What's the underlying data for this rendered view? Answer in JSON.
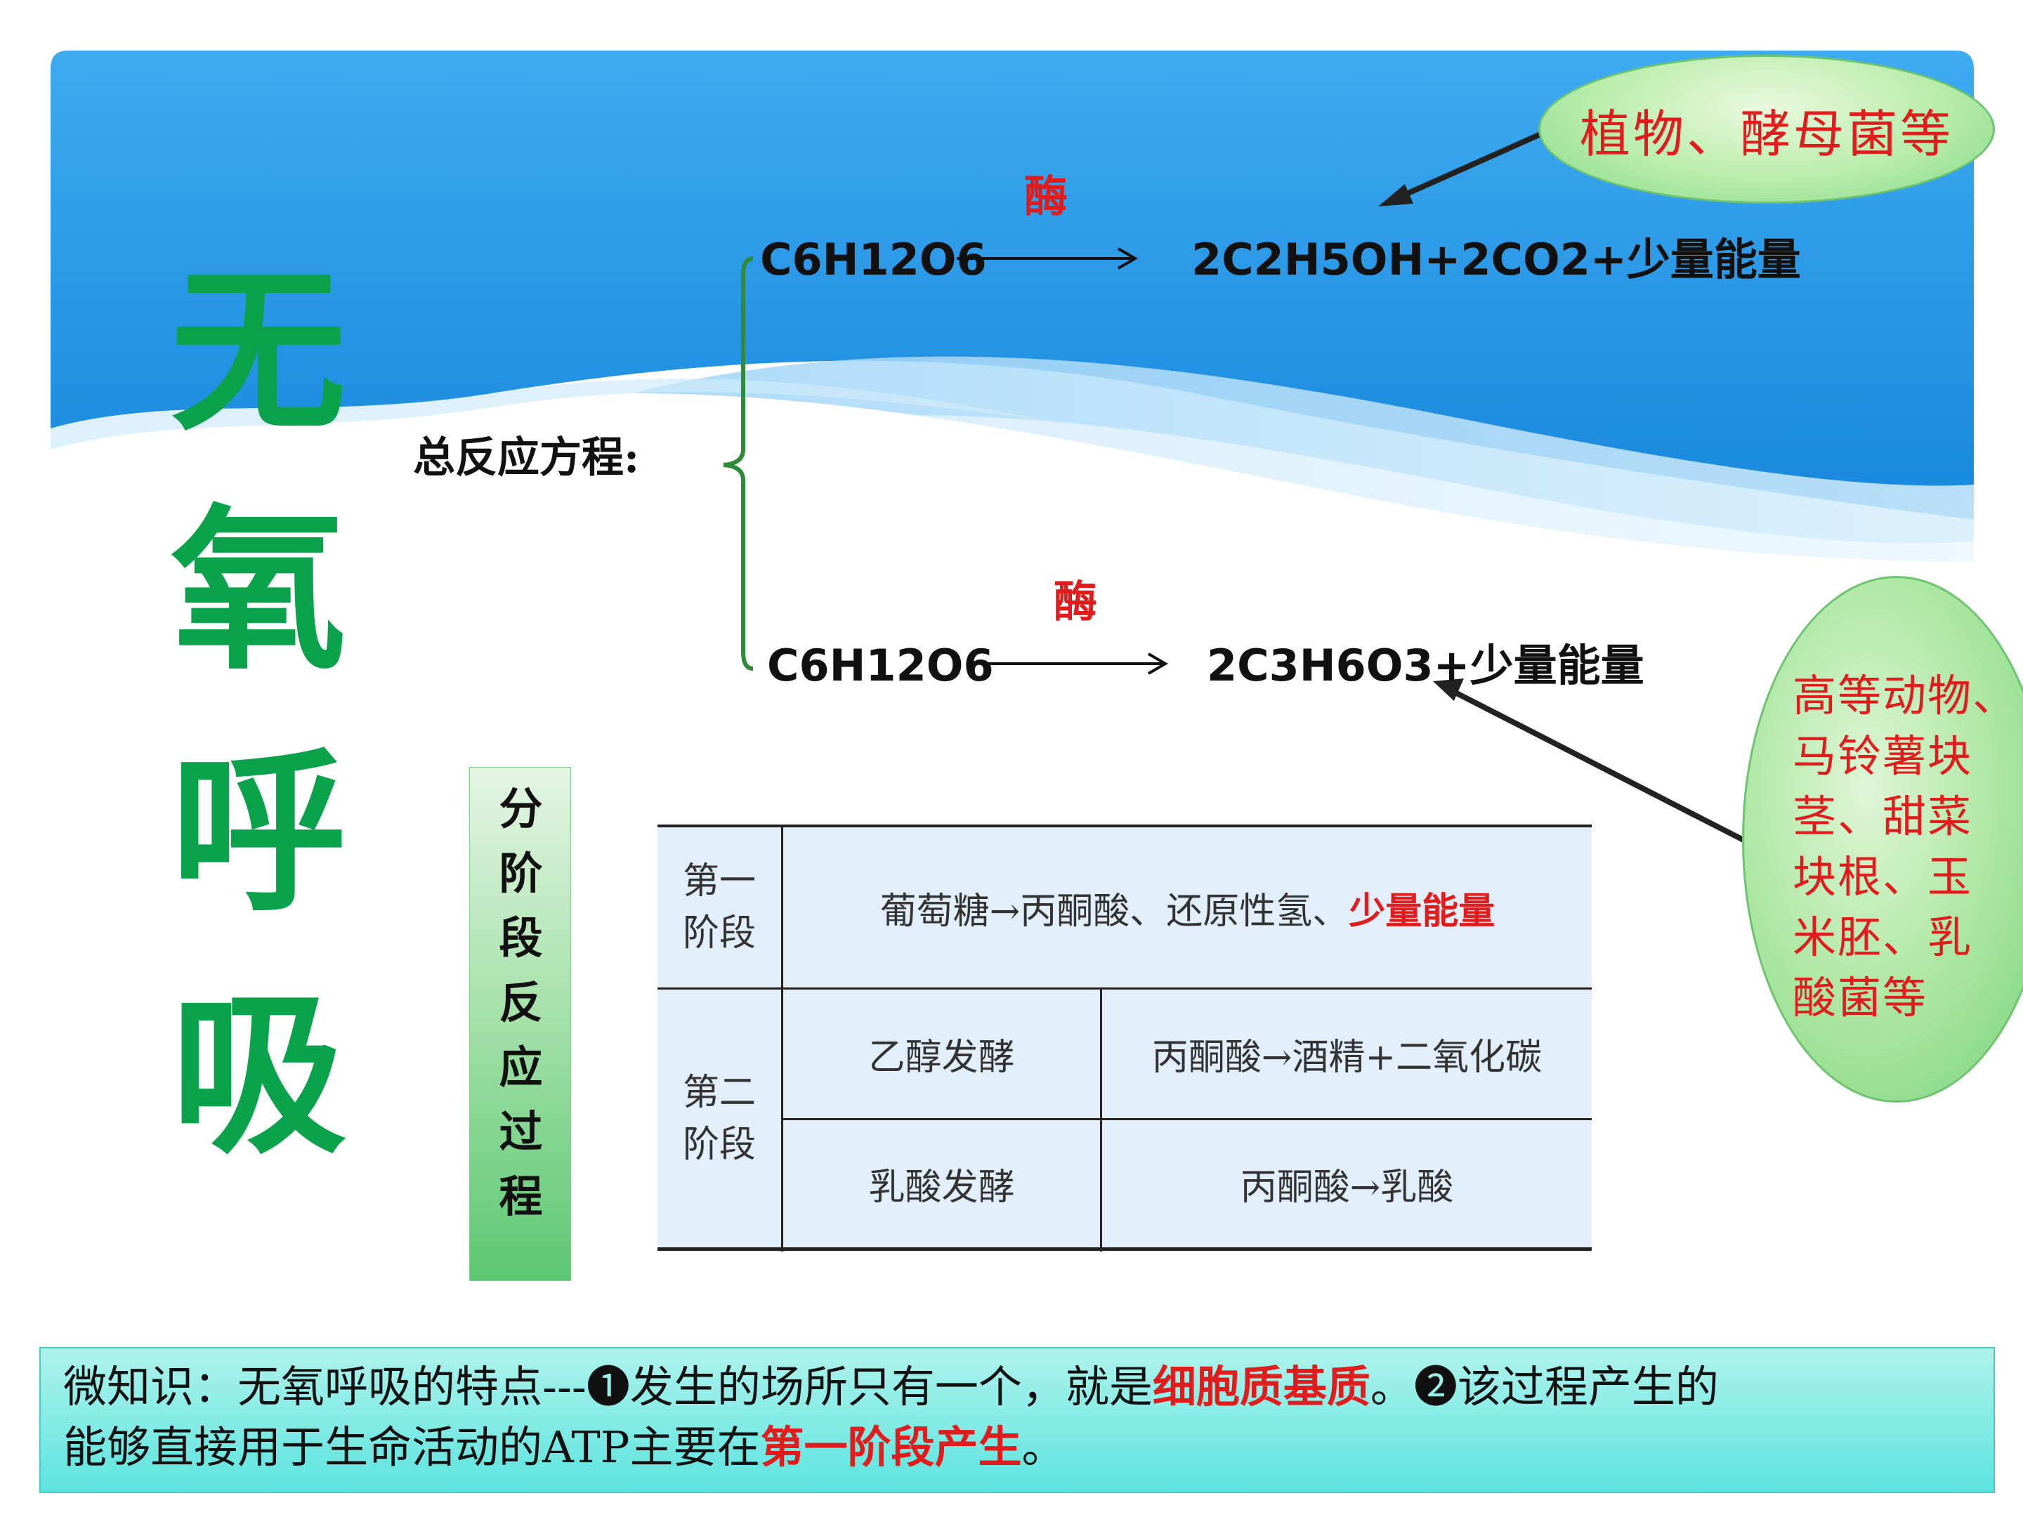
{
  "title": [
    "无",
    "氧",
    "呼",
    "吸"
  ],
  "general_equation": {
    "label": "总反应方程:",
    "alcohol": {
      "enzyme": "酶",
      "reactant": "C6H12O6",
      "product": "2C2H5OH+2CO2+少量能量",
      "callout": "植物、酵母菌等"
    },
    "lactic": {
      "enzyme": "酶",
      "reactant": "C6H12O6",
      "product": "2C3H6O3+少量能量",
      "callout": [
        "高等动物、",
        "马铃薯块",
        "茎、甜菜",
        "块根、玉",
        "米胚、乳",
        "酸菌等"
      ]
    }
  },
  "stage_label": [
    "分",
    "阶",
    "段",
    "反",
    "应",
    "过",
    "程"
  ],
  "table": {
    "stage1": {
      "name": [
        "第一",
        "阶段"
      ],
      "content": "葡萄糖→丙酮酸、还原性氢、",
      "content_highlight": "少量能量"
    },
    "stage2": {
      "name": [
        "第二",
        "阶段"
      ],
      "rows": [
        {
          "type": "乙醇发酵",
          "process": "丙酮酸→酒精+二氧化碳"
        },
        {
          "type": "乳酸发酵",
          "process": "丙酮酸→乳酸"
        }
      ]
    }
  },
  "note": {
    "line1_a": "微知识：无氧呼吸的特点---❶发生的场所只有一个，就是",
    "line1_red": "细胞质基质",
    "line1_b": "。❷该过程产生的",
    "line2_a": "能够直接用于生命活动的ATP主要在",
    "line2_red": "第一阶段产生",
    "line2_b": "。"
  },
  "colors": {
    "title_green": "#0aa24b",
    "highlight_red": "#e01c1c",
    "banner_blue": "#2f9ee8",
    "note_cyan": "#5ce3de"
  }
}
